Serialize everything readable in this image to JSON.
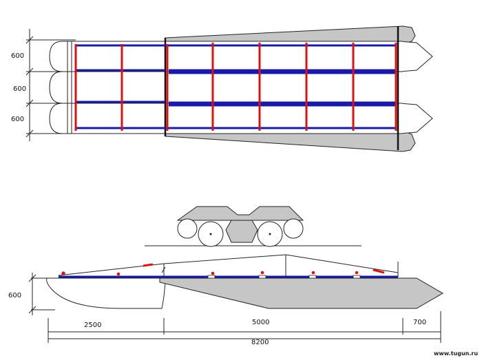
{
  "top_view": {
    "dimensions": [
      "600",
      "600",
      "600"
    ]
  },
  "side_view": {
    "height_dim": "600",
    "length_dims": {
      "front": "2500",
      "middle": "5000",
      "rear": "700",
      "total": "8200"
    }
  },
  "watermark": "www.tugun.ru",
  "colors": {
    "frame_red": "#e01010",
    "frame_blue": "#1a1aa8",
    "hull_gray": "#c6c6c6",
    "outline": "#222222"
  }
}
